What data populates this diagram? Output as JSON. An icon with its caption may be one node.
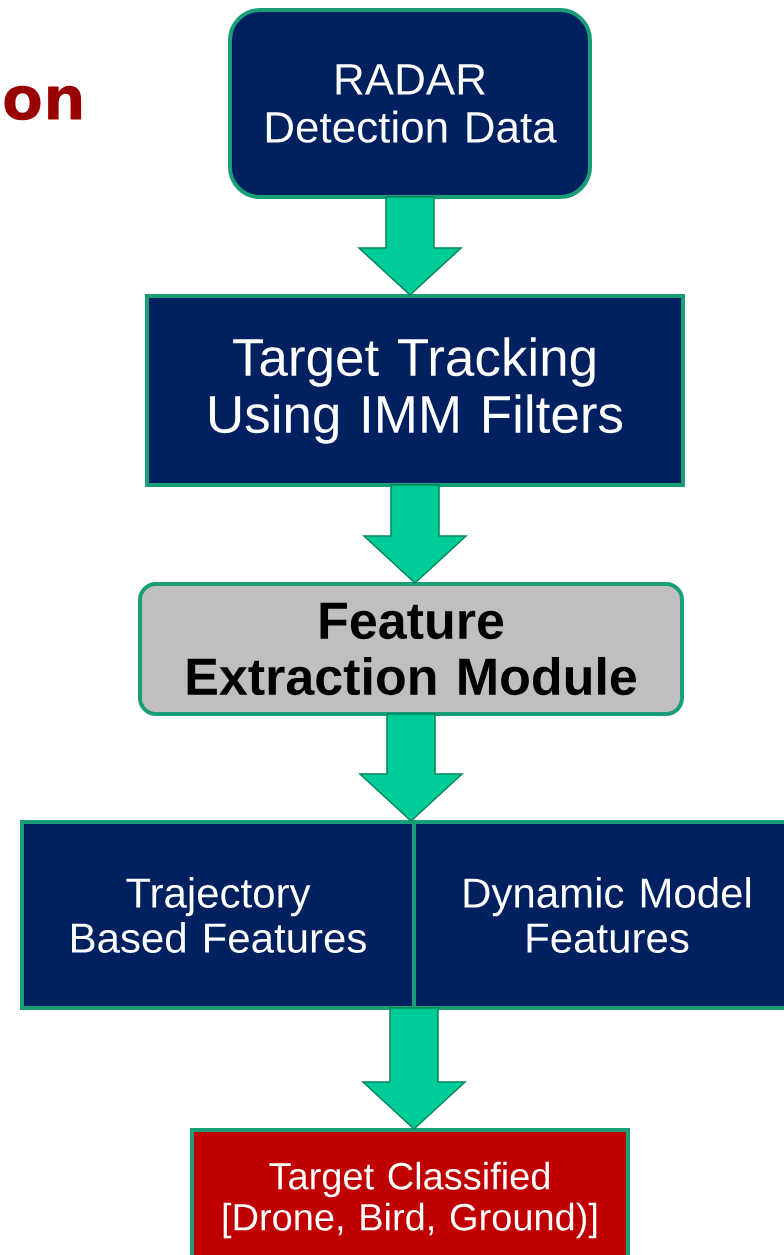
{
  "diagram": {
    "title": "on",
    "nodes": [
      {
        "text": [
          "RADAR Detection Data"
        ]
      },
      {
        "text": [
          "Target Tracking Using IMM Filters"
        ]
      },
      {
        "text": [
          "Feature Extraction Module"
        ]
      },
      {
        "text": [
          "Trajectory Based Features"
        ]
      },
      {
        "text": [
          "Dynamic Model Features"
        ]
      },
      {
        "text": [
          "Target Classified [Drone, Bird, Ground)]"
        ]
      }
    ],
    "edges": [
      {
        "from": 0,
        "to": 1,
        "arrow": "to"
      },
      {
        "from": 1,
        "to": 2,
        "arrow": "to"
      },
      {
        "from": 2,
        "to": 3,
        "arrow": "to"
      },
      {
        "from": 2,
        "to": 4,
        "arrow": "to"
      },
      {
        "from": 3,
        "to": 5,
        "arrow": "to"
      },
      {
        "from": 4,
        "to": 5,
        "arrow": "to"
      }
    ]
  }
}
